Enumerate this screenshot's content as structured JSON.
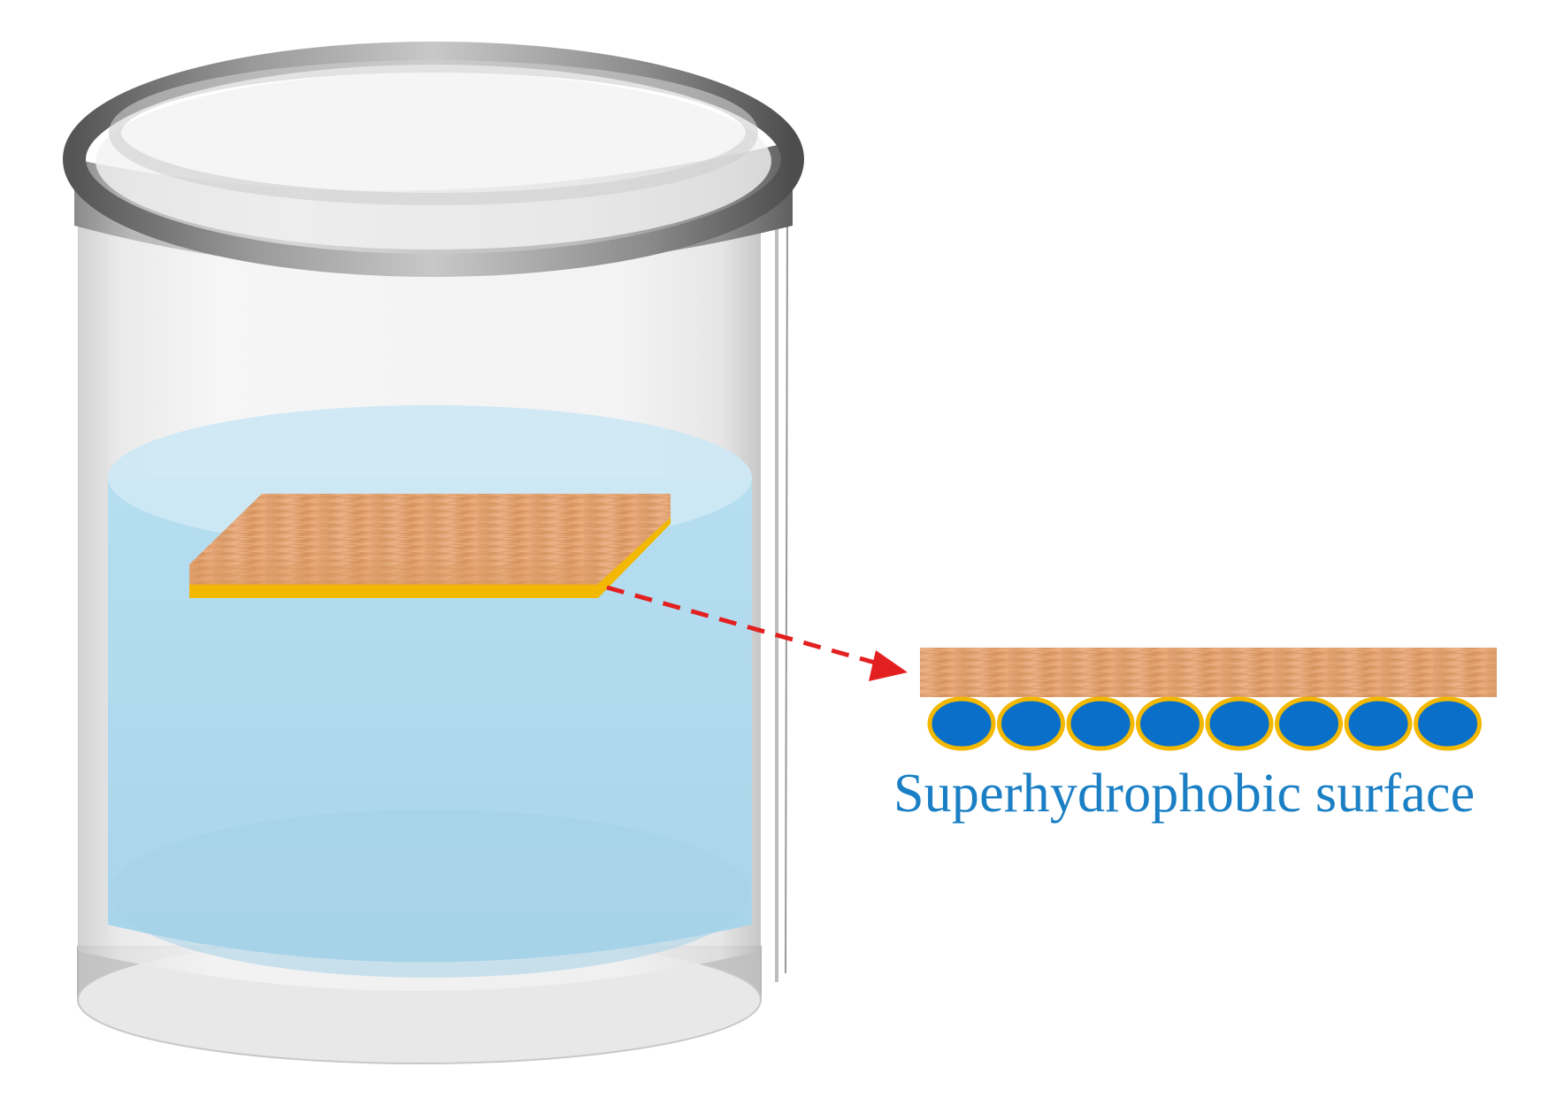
{
  "caption": {
    "text": "Superhydrophobic surface",
    "color": "#1a7fc4"
  },
  "colors": {
    "water": "#a9d8ee",
    "water_surface": "#cde9f5",
    "glass": "#d9d9d9",
    "rim_dark": "#6f6f6f",
    "wood": "#e6a06b",
    "coating": "#f3b800",
    "air_bubble": "#0a6fc8",
    "bubble_outline": "#f3b800",
    "arrow": "#e32020"
  },
  "diagram": {
    "beaker_contents": "water",
    "floating_sample": "coated wood",
    "air_pocket_count": 8,
    "arrow_style": "dashed"
  }
}
